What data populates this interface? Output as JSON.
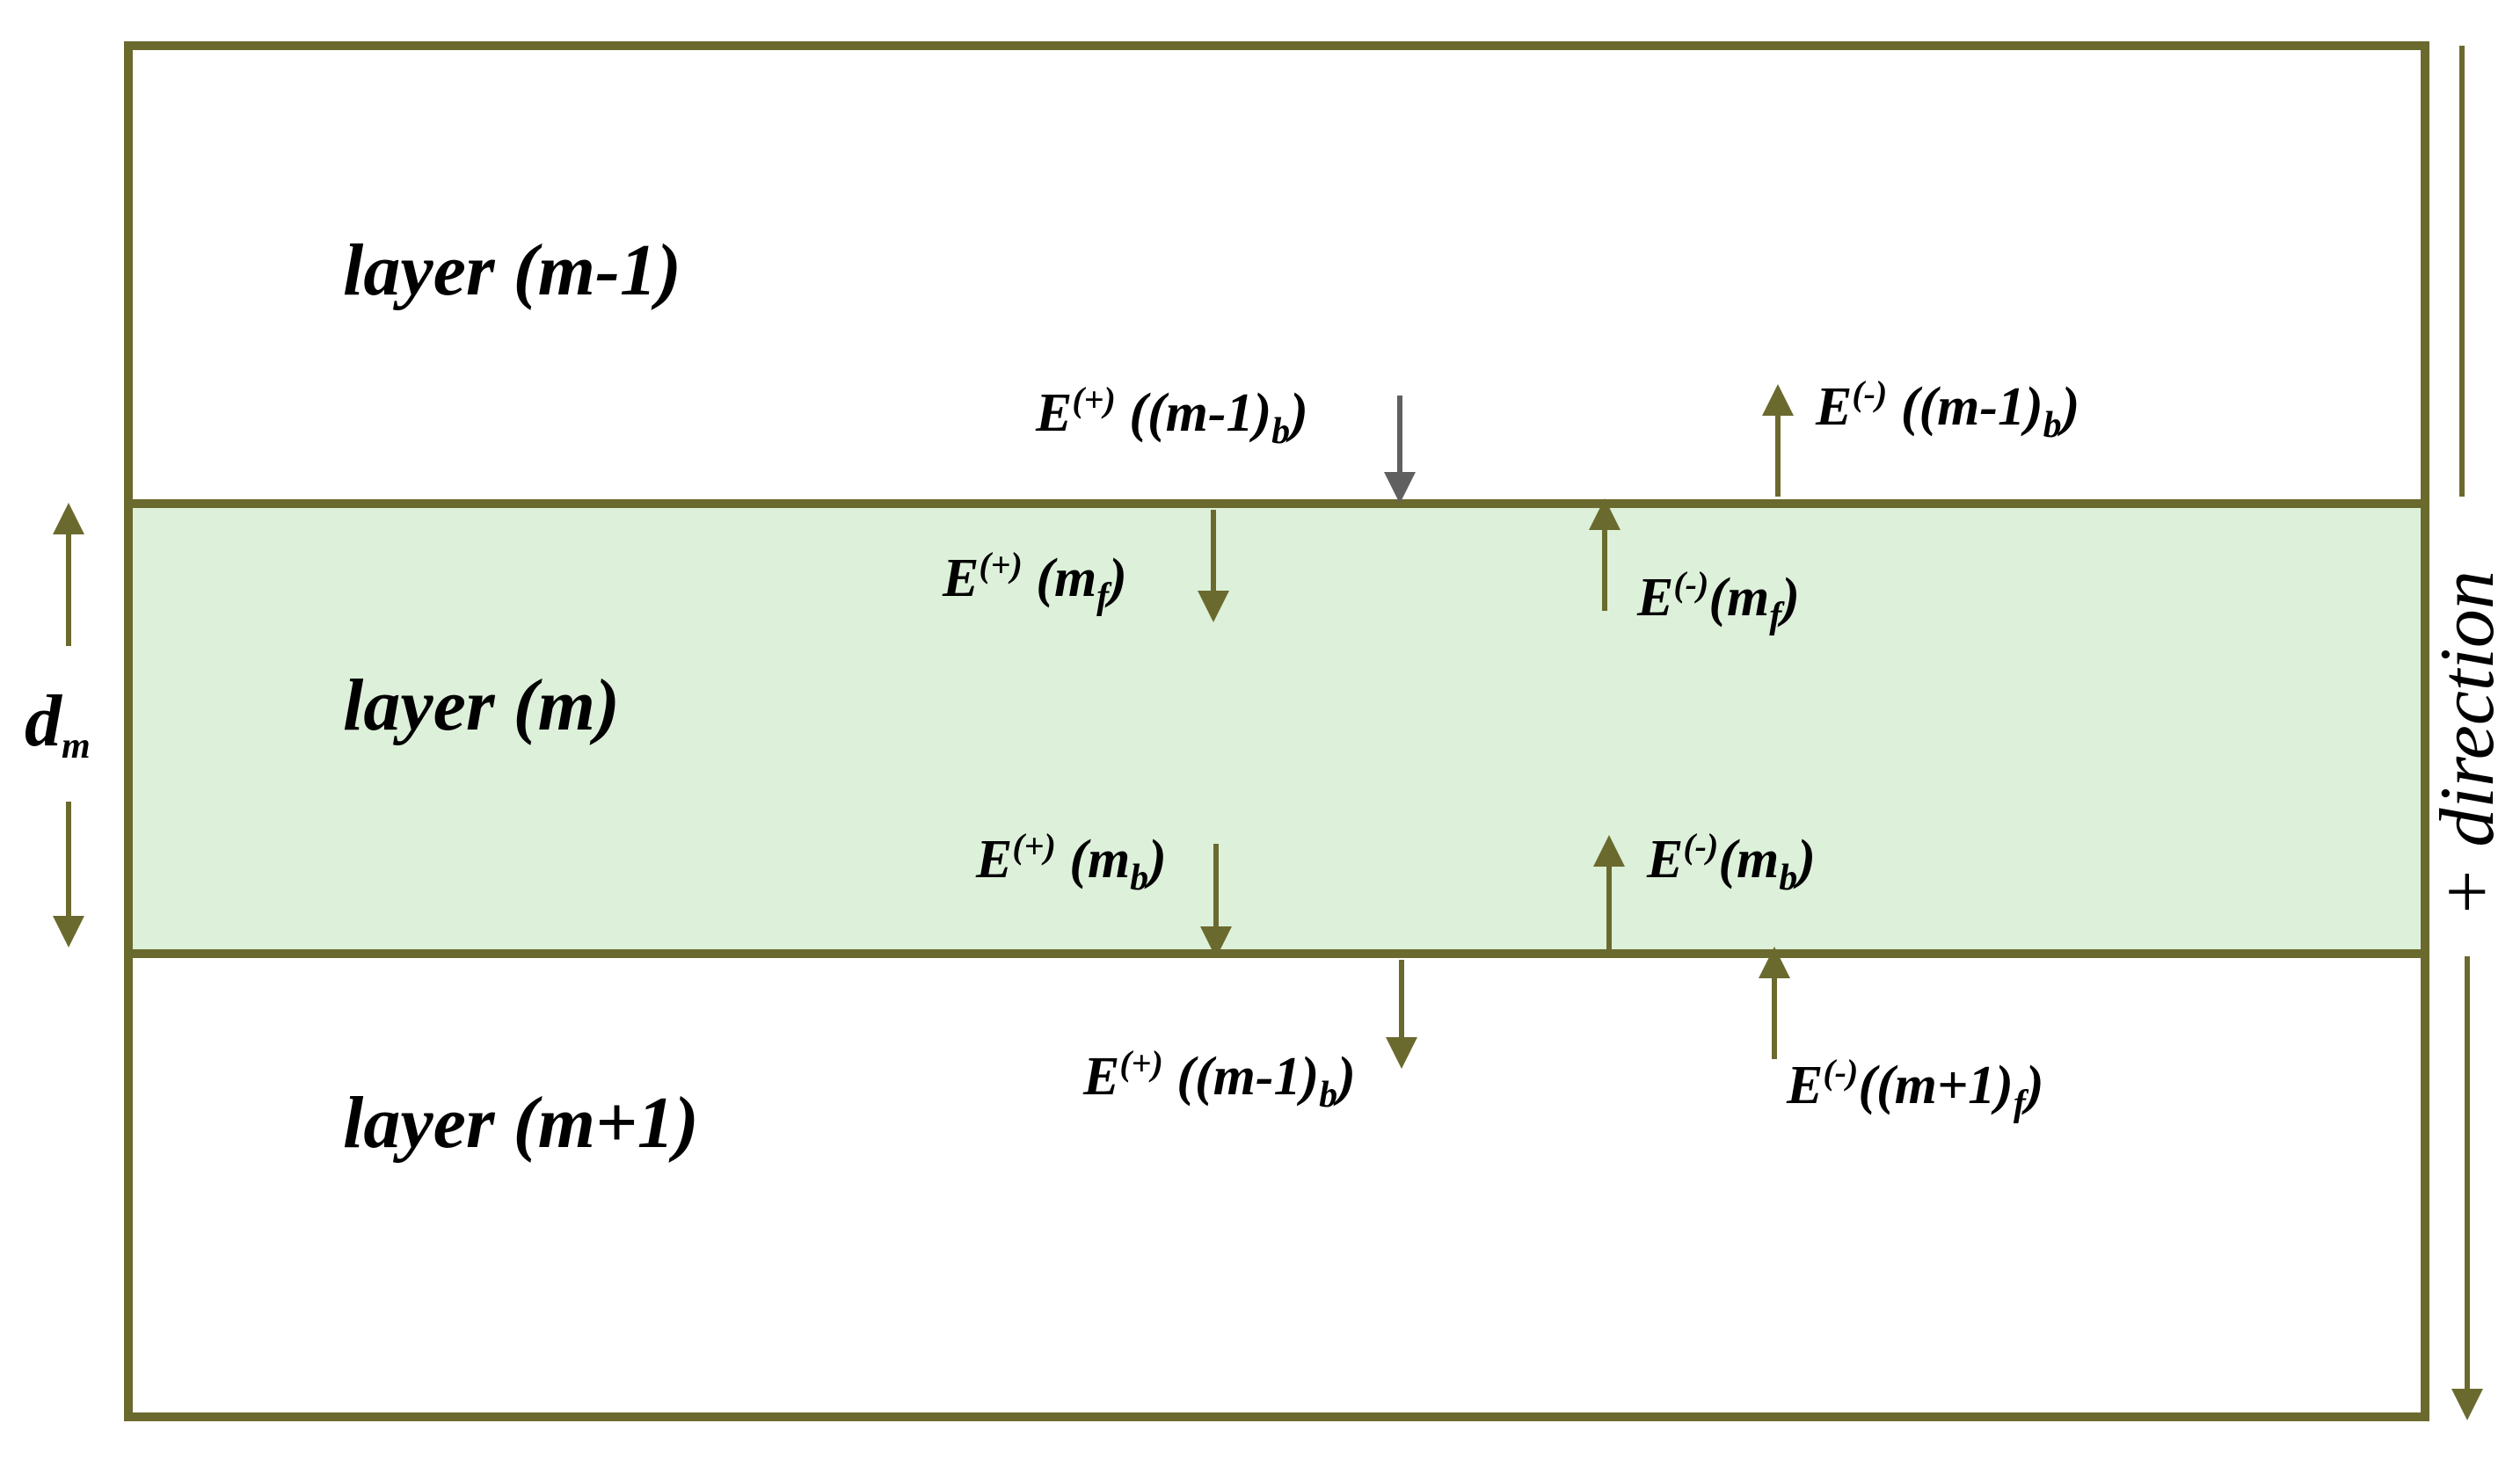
{
  "colors": {
    "border": "#6b6a2e",
    "middle_fill": "#ddf0da",
    "arrow": "#6b6a2e",
    "arrow_gray": "#606060"
  },
  "layers": {
    "top": "layer (m-1)",
    "middle": "layer (m)",
    "bottom": "layer (m+1)"
  },
  "fields": {
    "top_left": {
      "base": "E",
      "sup": "(+)",
      "pre": " ((m-1)",
      "sub": "b",
      "post": ")"
    },
    "top_right": {
      "base": "E",
      "sup": "(-)",
      "pre": " ((m-1)",
      "sub": "b",
      "post": ")"
    },
    "mid_top_left": {
      "base": "E",
      "sup": "(+)",
      "pre": " (m",
      "sub": "f",
      "post": ")"
    },
    "mid_top_right": {
      "base": "E",
      "sup": "(-)",
      "pre": "(m",
      "sub": "f",
      "post": ")"
    },
    "mid_bot_left": {
      "base": "E",
      "sup": "(+)",
      "pre": " (m",
      "sub": "b",
      "post": ")"
    },
    "mid_bot_right": {
      "base": "E",
      "sup": "(-)",
      "pre": "(m",
      "sub": "b",
      "post": ")"
    },
    "bot_left": {
      "base": "E",
      "sup": "(+)",
      "pre": " ((m-1)",
      "sub": "b",
      "post": ")"
    },
    "bot_right": {
      "base": "E",
      "sup": "(-)",
      "pre": "((m+1)",
      "sub": "f",
      "post": ")"
    }
  },
  "thickness": {
    "base": "d",
    "sub": "m"
  },
  "direction": "+ direction"
}
